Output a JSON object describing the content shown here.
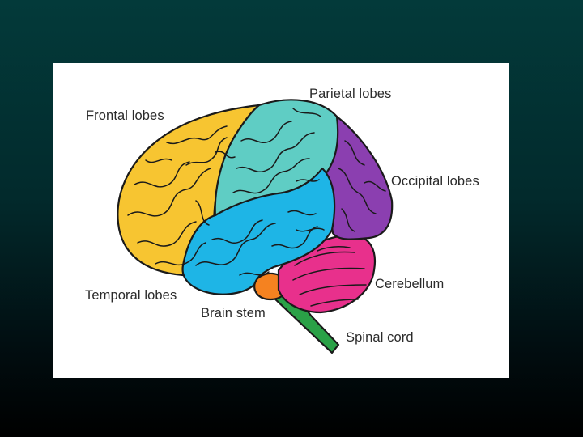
{
  "labels": {
    "frontal": "Frontal lobes",
    "parietal": "Parietal lobes",
    "occipital": "Occipital lobes",
    "temporal": "Temporal lobes",
    "cerebellum": "Cerebellum",
    "brain_stem": "Brain stem",
    "spinal_cord": "Spinal cord"
  },
  "colors": {
    "frontal": "#f7c531",
    "parietal": "#5fcdc4",
    "occipital": "#8b3fb0",
    "temporal": "#1eb5e6",
    "cerebellum": "#e8308c",
    "brain_stem": "#f58220",
    "spinal_cord": "#2aa147"
  }
}
